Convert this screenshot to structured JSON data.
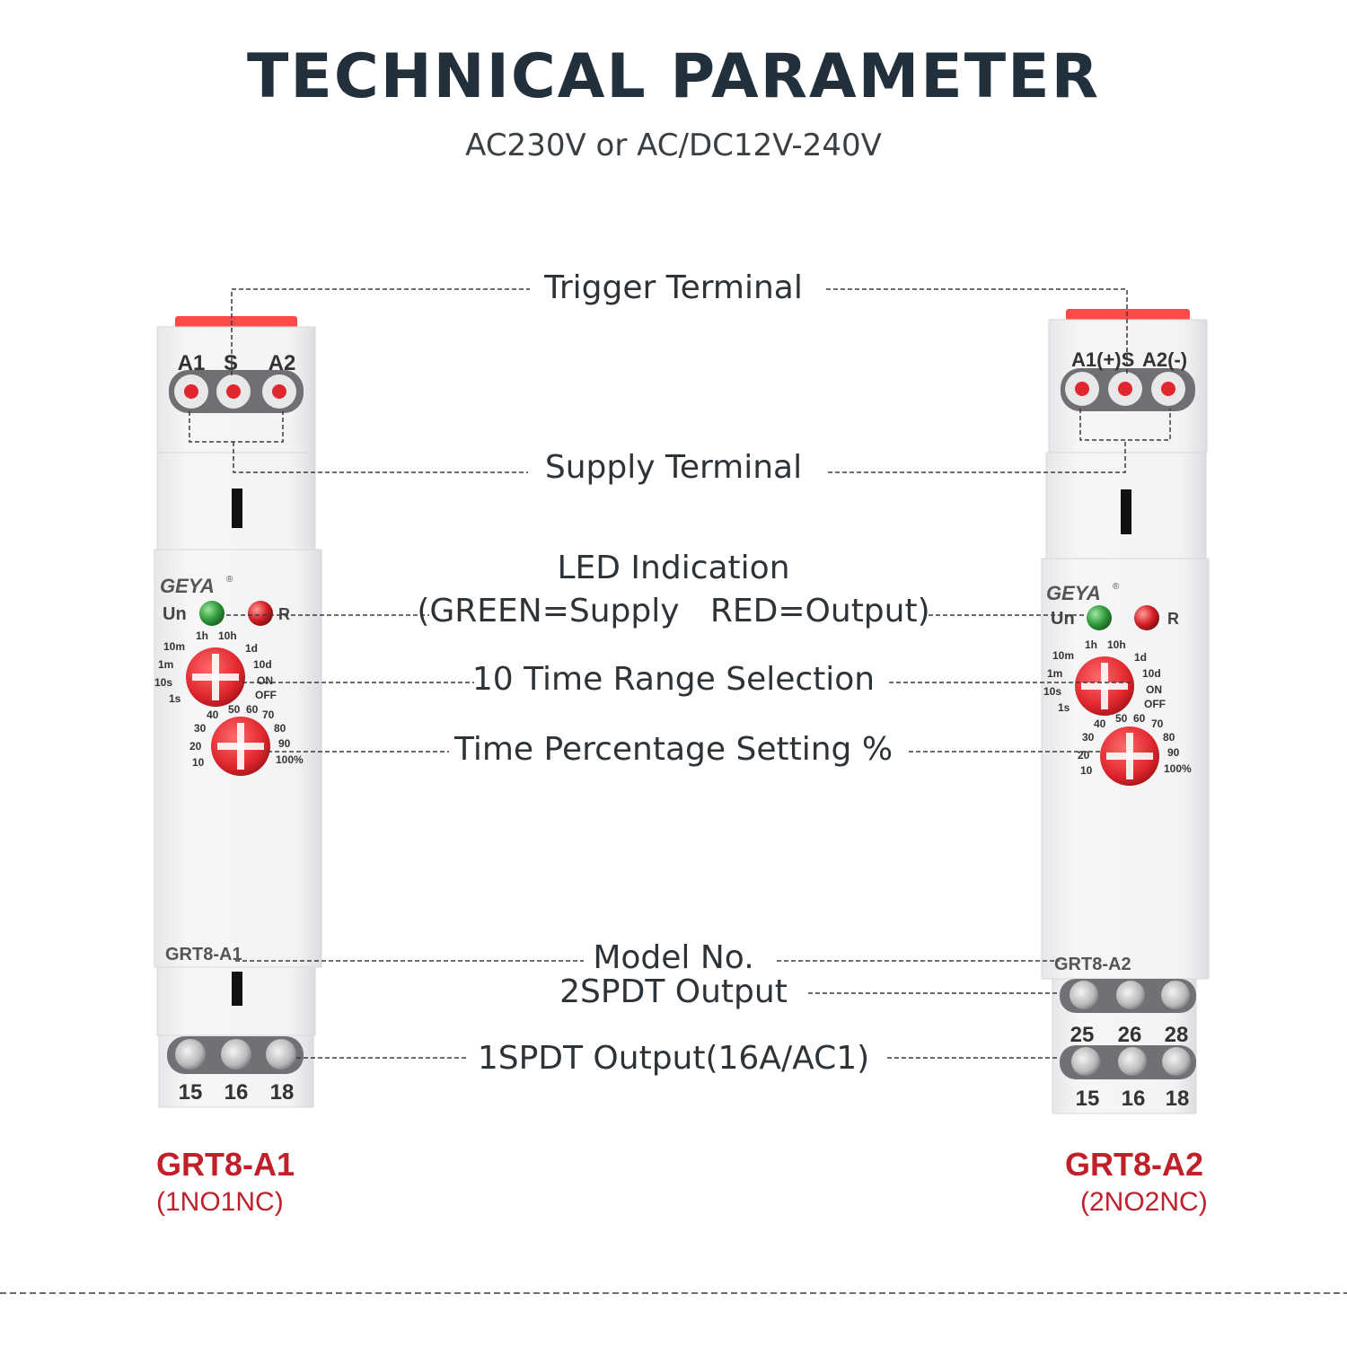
{
  "header": {
    "title": "TECHNICAL PARAMETER",
    "subtitle": "AC230V or AC/DC12V-240V"
  },
  "callouts": {
    "trigger": "Trigger Terminal",
    "supply": "Supply Terminal",
    "led_line1": "LED Indication",
    "led_line2": "(GREEN=Supply   RED=Output)",
    "time_range": "10 Time Range Selection",
    "time_percent": "Time Percentage Setting %",
    "model_no": "Model No.",
    "spdt2": "2SPDT Output",
    "spdt1": "1SPDT Output(16A/AC1)"
  },
  "left_device": {
    "brand": "GEYA",
    "brand_mark": "®",
    "top_terminals": [
      "A1",
      "S",
      "A2"
    ],
    "led_labels": [
      "Un",
      "R"
    ],
    "range_labels": [
      "10m",
      "1h",
      "10h",
      "1d",
      "10d",
      "ON",
      "OFF",
      "1m",
      "10s",
      "1s"
    ],
    "percent_labels": [
      "40",
      "50",
      "60",
      "70",
      "30",
      "80",
      "20",
      "90",
      "10",
      "100%"
    ],
    "model_label": "GRT8-A1",
    "bottom_terminals": [
      "15",
      "16",
      "18"
    ],
    "caption_name": "GRT8-A1",
    "caption_sub": "(1NO1NC)"
  },
  "right_device": {
    "brand": "GEYA",
    "brand_mark": "®",
    "top_terminals": [
      "A1(+)S",
      "A2(-)"
    ],
    "led_labels": [
      "Un",
      "R"
    ],
    "range_labels": [
      "10m",
      "1h",
      "10h",
      "1d",
      "10d",
      "ON",
      "OFF",
      "1m",
      "10s",
      "1s"
    ],
    "percent_labels": [
      "40",
      "50",
      "60",
      "70",
      "30",
      "80",
      "20",
      "90",
      "10",
      "100%"
    ],
    "model_label": "GRT8-A2",
    "mid_terminals": [
      "25",
      "26",
      "28"
    ],
    "bottom_terminals": [
      "15",
      "16",
      "18"
    ],
    "caption_name": "GRT8-A2",
    "caption_sub": "(2NO2NC)"
  },
  "colors": {
    "title": "#22303c",
    "accent_red": "#c0202a",
    "led_green": "#2e9a3a",
    "knob_red": "#e0262e",
    "device_body": "#f1f2f3"
  }
}
